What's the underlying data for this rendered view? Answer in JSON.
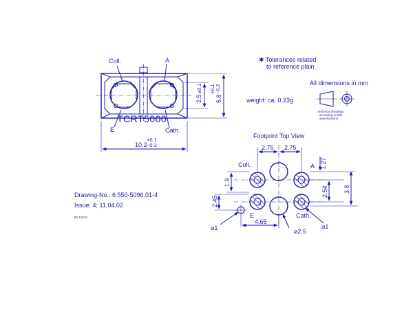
{
  "top_view": {
    "label_coll": "Coll.",
    "label_a": "A",
    "label_e": "E",
    "label_cath": "Cath.",
    "part_name": "TCRT5000",
    "dim_width": "10.2",
    "dim_width_tol_plus": "+0.1",
    "dim_width_tol_minus": "−0.2",
    "dim_inner_h": "2.5",
    "dim_inner_h_tol": "±0.1",
    "dim_outer_h": "5.8",
    "dim_outer_h_tol_plus": "+0.1",
    "dim_outer_h_tol_minus": "−0.2"
  },
  "notes": {
    "tolerance_line1": "✱ Tolerances related",
    "tolerance_line2": "to reference plain",
    "all_dims": "All dimensions in mm",
    "weight": "weight: ca. 0.23g",
    "tech_line1": "technical drawings",
    "tech_line2": "according to DIN",
    "tech_line3": "specifications"
  },
  "drawing_info": {
    "drawing_no": "Drawing-No.: 6.550-5096.01-4",
    "issue": "Issue: 4;  11.04.02",
    "small_code": "96 12073"
  },
  "footprint": {
    "title": "Footprint Top View",
    "label_coll": "Coll.",
    "label_a": "A",
    "label_e": "E",
    "label_cath": "Cath.",
    "dim_275_left": "2.75",
    "dim_275_right": "2.75",
    "dim_127": "1.27",
    "dim_19": "1.9",
    "dim_254": "2.54",
    "dim_38": "3.8",
    "dim_245": "2.45",
    "dim_465": "4.65",
    "dia_1_left": "⌀1",
    "dia_25": "⌀2.5",
    "dia_1_right": "⌀1"
  }
}
